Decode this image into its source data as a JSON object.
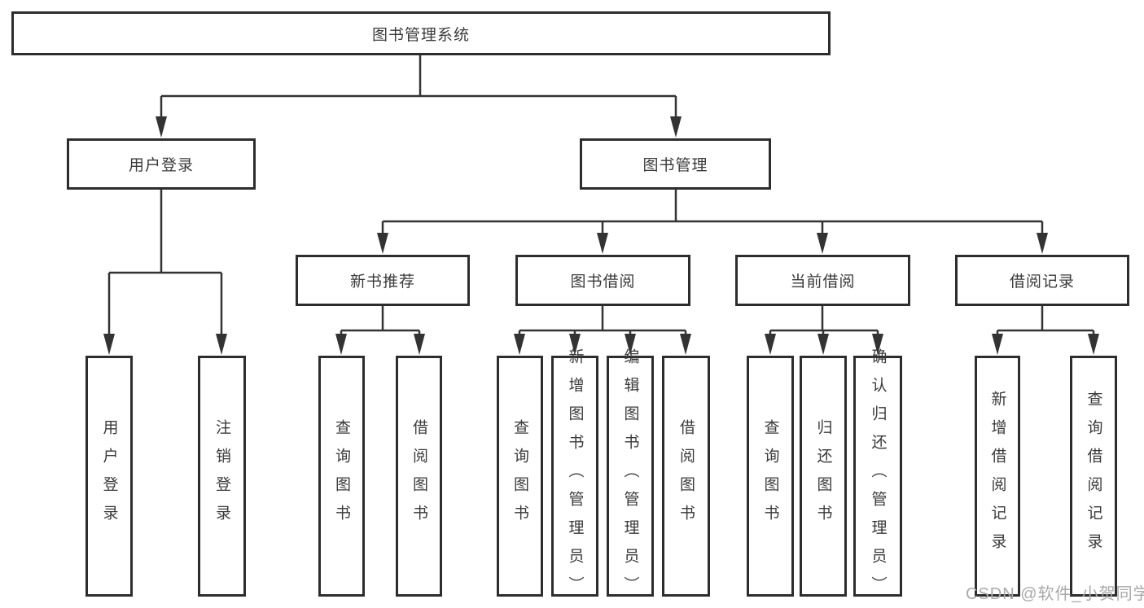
{
  "tree": {
    "label": "图书管理系统",
    "children": [
      {
        "label": "用户登录",
        "children": [
          {
            "label": "用户登录"
          },
          {
            "label": "注销登录"
          }
        ]
      },
      {
        "label": "图书管理",
        "children": [
          {
            "label": "新书推荐",
            "children": [
              {
                "label": "查询图书"
              },
              {
                "label": "借阅图书"
              }
            ]
          },
          {
            "label": "图书借阅",
            "children": [
              {
                "label": "查询图书"
              },
              {
                "label": "新增图书（管理员）"
              },
              {
                "label": "编辑图书（管理员）"
              },
              {
                "label": "借阅图书"
              }
            ]
          },
          {
            "label": "当前借阅",
            "children": [
              {
                "label": "查询图书"
              },
              {
                "label": "归还图书"
              },
              {
                "label": "确认归还（管理员）"
              }
            ]
          },
          {
            "label": "借阅记录",
            "children": [
              {
                "label": "新增借阅记录"
              },
              {
                "label": "查询借阅记录"
              }
            ]
          }
        ]
      }
    ]
  },
  "watermark": {
    "text": "CSDN @软件_小贺同学"
  },
  "colors": {
    "line": "#333333",
    "box_border": "#2d2d2d",
    "text": "#3a3a3a",
    "watermark": "#a9a9a9",
    "background": "#ffffff"
  }
}
